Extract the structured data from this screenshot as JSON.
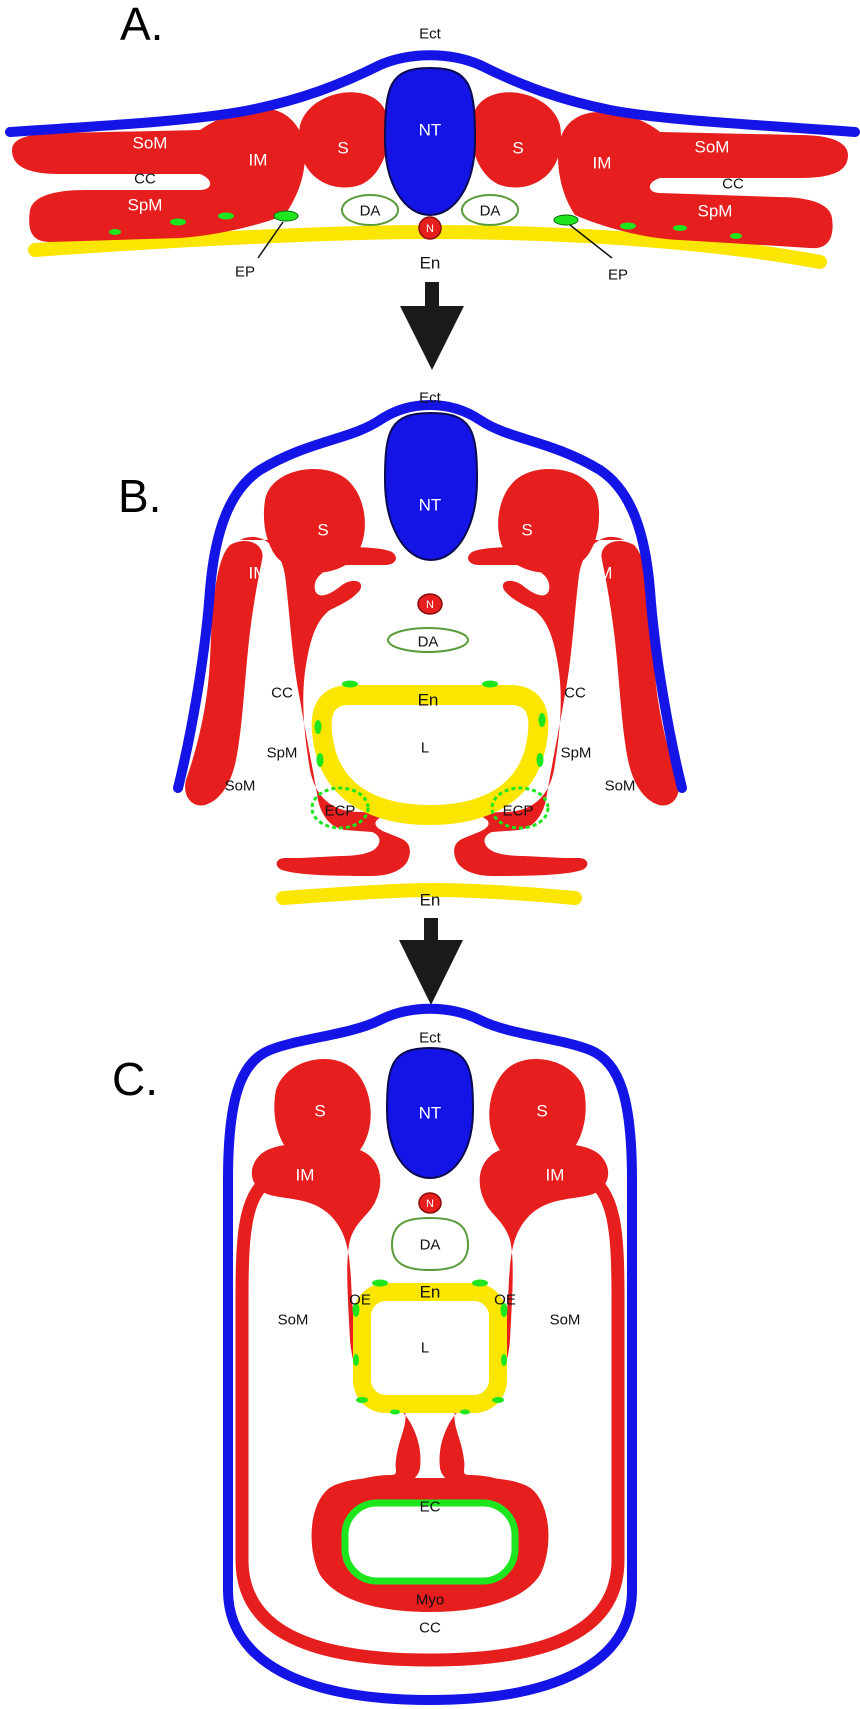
{
  "panels": {
    "A": {
      "title": "A.",
      "ect": "Ect",
      "nt": "NT",
      "s_left": "S",
      "s_right": "S",
      "som_left": "SoM",
      "som_right": "SoM",
      "cc_left": "CC",
      "cc_right": "CC",
      "im_left": "IM",
      "im_right": "IM",
      "spm_left": "SpM",
      "spm_right": "SpM",
      "da_left": "DA",
      "da_right": "DA",
      "n": "N",
      "en": "En",
      "ep_left": "EP",
      "ep_right": "EP"
    },
    "B": {
      "title": "B.",
      "ect": "Ect",
      "nt": "NT",
      "s_left": "S",
      "s_right": "S",
      "im_left": "IM",
      "im_right": "IM",
      "n": "N",
      "da": "DA",
      "cc_left": "CC",
      "cc_right": "CC",
      "en_top": "En",
      "l": "L",
      "spm_left": "SpM",
      "spm_right": "SpM",
      "som_left": "SoM",
      "som_right": "SoM",
      "ecp_left": "ECP",
      "ecp_right": "ECP",
      "en_bottom": "En"
    },
    "C": {
      "title": "C.",
      "ect": "Ect",
      "nt": "NT",
      "s_left": "S",
      "s_right": "S",
      "n": "N",
      "im_left": "IM",
      "im_right": "IM",
      "da": "DA",
      "en": "En",
      "oe_left": "OE",
      "oe_right": "OE",
      "som_left": "SoM",
      "som_right": "SoM",
      "l": "L",
      "ec": "EC",
      "myo": "Myo",
      "cc": "CC"
    }
  },
  "colors": {
    "ectoderm": "#1414e6",
    "mesoderm": "#e61e1e",
    "endoderm": "#fae600",
    "endothelial": "#1ee61e",
    "neural_tube": "#1414e6",
    "dorsal_aorta_outline": "#5a9a3a",
    "arrow": "#1a1a1a"
  }
}
